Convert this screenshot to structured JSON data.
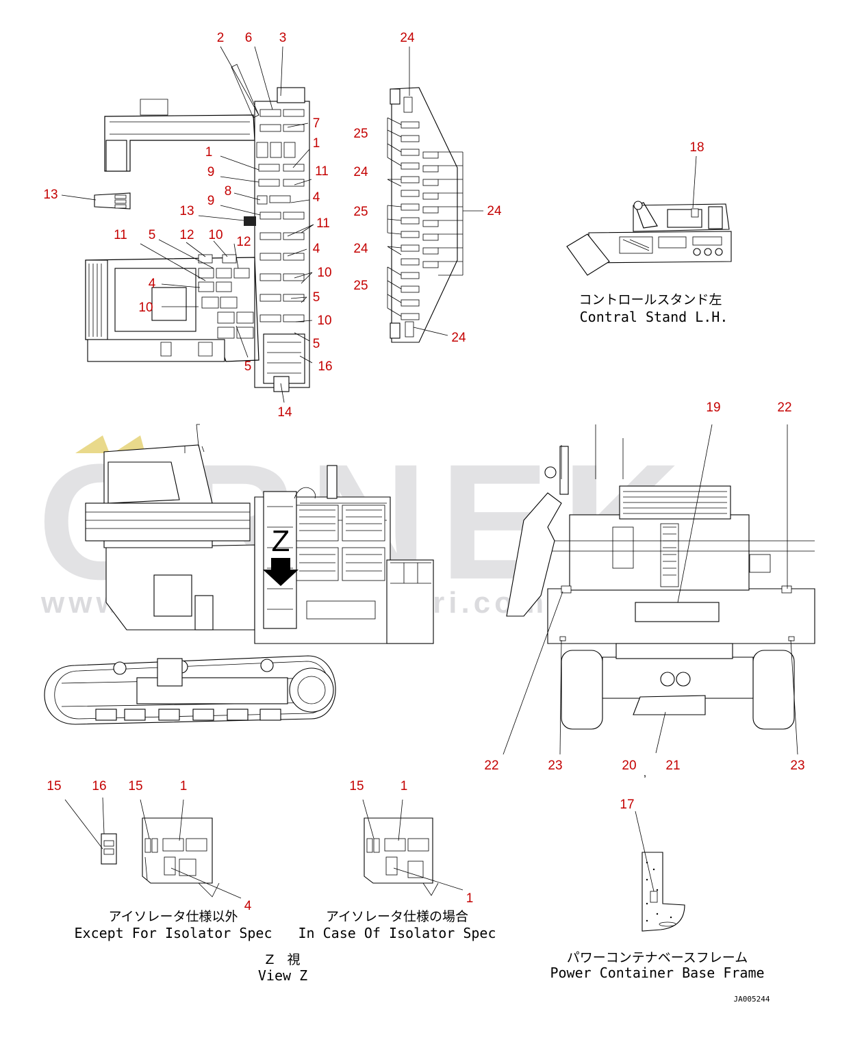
{
  "watermark": {
    "brand": "ORNEK",
    "url": "www.ornekismakinalari.com.tr",
    "accent": "#e9d98b"
  },
  "colors": {
    "callout": "#c40000",
    "line": "#000000",
    "background": "#ffffff"
  },
  "captions": {
    "control_stand_jp": "コントロールスタンド左",
    "control_stand_en": "Contral Stand L.H.",
    "except_isolator_jp": "アイソレータ仕様以外",
    "except_isolator_en": "Except For Isolator Spec",
    "isolator_jp": "アイソレータ仕様の場合",
    "isolator_en": "In Case Of Isolator Spec",
    "view_z_jp": "Z　視",
    "view_z_en": "View Z",
    "power_container_jp": "パワーコンテナベースフレーム",
    "power_container_en": "Power Container Base Frame",
    "drawing_code": "JA005244",
    "view_marker": "Z",
    "comma": ","
  },
  "callouts": [
    {
      "id": "c1",
      "label": "2"
    },
    {
      "id": "c2",
      "label": "6"
    },
    {
      "id": "c3",
      "label": "3"
    },
    {
      "id": "c4",
      "label": "7"
    },
    {
      "id": "c5",
      "label": "1"
    },
    {
      "id": "c6",
      "label": "1"
    },
    {
      "id": "c7",
      "label": "9"
    },
    {
      "id": "c8",
      "label": "11"
    },
    {
      "id": "c9",
      "label": "8"
    },
    {
      "id": "c10",
      "label": "4"
    },
    {
      "id": "c11",
      "label": "9"
    },
    {
      "id": "c12",
      "label": "13"
    },
    {
      "id": "c13",
      "label": "13"
    },
    {
      "id": "c14",
      "label": "11"
    },
    {
      "id": "c15",
      "label": "11"
    },
    {
      "id": "c16",
      "label": "5"
    },
    {
      "id": "c17",
      "label": "12"
    },
    {
      "id": "c18",
      "label": "10"
    },
    {
      "id": "c19",
      "label": "12"
    },
    {
      "id": "c20",
      "label": "4"
    },
    {
      "id": "c21",
      "label": "4"
    },
    {
      "id": "c22",
      "label": "10"
    },
    {
      "id": "c23",
      "label": "10"
    },
    {
      "id": "c24",
      "label": "5"
    },
    {
      "id": "c25",
      "label": "10"
    },
    {
      "id": "c26",
      "label": "5"
    },
    {
      "id": "c27",
      "label": "5"
    },
    {
      "id": "c28",
      "label": "16"
    },
    {
      "id": "c29",
      "label": "14"
    },
    {
      "id": "c30",
      "label": "24"
    },
    {
      "id": "c31",
      "label": "25"
    },
    {
      "id": "c32",
      "label": "24"
    },
    {
      "id": "c33",
      "label": "25"
    },
    {
      "id": "c34",
      "label": "24"
    },
    {
      "id": "c35",
      "label": "24"
    },
    {
      "id": "c36",
      "label": "25"
    },
    {
      "id": "c37",
      "label": "24"
    },
    {
      "id": "c38",
      "label": "18"
    },
    {
      "id": "c39",
      "label": "19"
    },
    {
      "id": "c40",
      "label": "22"
    },
    {
      "id": "c41",
      "label": "22"
    },
    {
      "id": "c42",
      "label": "23"
    },
    {
      "id": "c43",
      "label": "20"
    },
    {
      "id": "c44",
      "label": "21"
    },
    {
      "id": "c45",
      "label": "23"
    },
    {
      "id": "c46",
      "label": "15"
    },
    {
      "id": "c47",
      "label": "16"
    },
    {
      "id": "c48",
      "label": "15"
    },
    {
      "id": "c49",
      "label": "1"
    },
    {
      "id": "c50",
      "label": "4"
    },
    {
      "id": "c51",
      "label": "15"
    },
    {
      "id": "c52",
      "label": "1"
    },
    {
      "id": "c53",
      "label": "1"
    },
    {
      "id": "c54",
      "label": "17"
    }
  ]
}
